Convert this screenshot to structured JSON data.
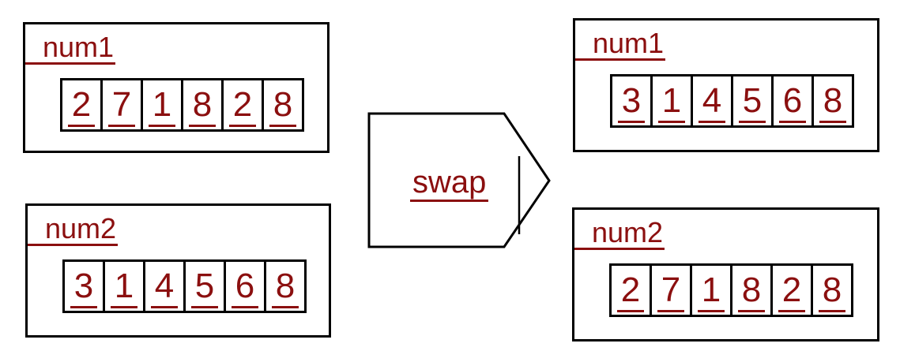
{
  "colors": {
    "text_accent": "#8b0f0f",
    "line": "#000000",
    "background": "#ffffff"
  },
  "operation": {
    "label": "swap"
  },
  "boxes": [
    {
      "name": "num1",
      "digits": [
        "2",
        "7",
        "1",
        "8",
        "2",
        "8"
      ]
    },
    {
      "name": "num2",
      "digits": [
        "3",
        "1",
        "4",
        "5",
        "6",
        "8"
      ]
    },
    {
      "name": "num1",
      "digits": [
        "3",
        "1",
        "4",
        "5",
        "6",
        "8"
      ]
    },
    {
      "name": "num2",
      "digits": [
        "2",
        "7",
        "1",
        "8",
        "2",
        "8"
      ]
    }
  ]
}
